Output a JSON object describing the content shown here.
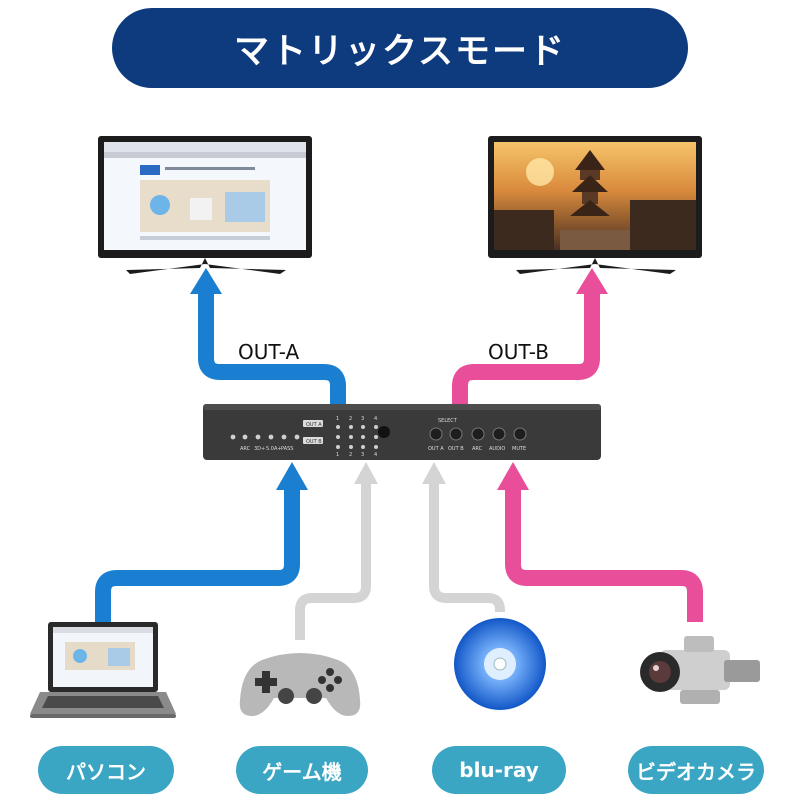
{
  "title": "マトリックスモード",
  "outputs": [
    {
      "label": "OUT-A",
      "color": "#1a7fd0"
    },
    {
      "label": "OUT-B",
      "color": "#e94e9a"
    }
  ],
  "sources": [
    {
      "label": "パソコン",
      "icon": "laptop-icon"
    },
    {
      "label": "ゲーム機",
      "icon": "gamepad-icon"
    },
    {
      "label": "blu-ray",
      "icon": "disc-icon"
    },
    {
      "label": "ビデオカメラ",
      "icon": "camcorder-icon"
    }
  ],
  "device": {
    "matrix_labels": [
      "OUT A",
      "OUT B"
    ],
    "port_numbers": [
      "1",
      "2",
      "3",
      "4"
    ],
    "front_labels": [
      "ARC",
      "3D+",
      "5.0A+",
      "PASS"
    ],
    "select_label": "SELECT",
    "button_labels": [
      "OUT A",
      "OUT B",
      "ARC",
      "AUDIO",
      "MUTE"
    ]
  },
  "colors": {
    "title_bg": "#0e3a7e",
    "source_pill": "#3aa6c4",
    "inactive_arrow": "#d4d4d4"
  }
}
